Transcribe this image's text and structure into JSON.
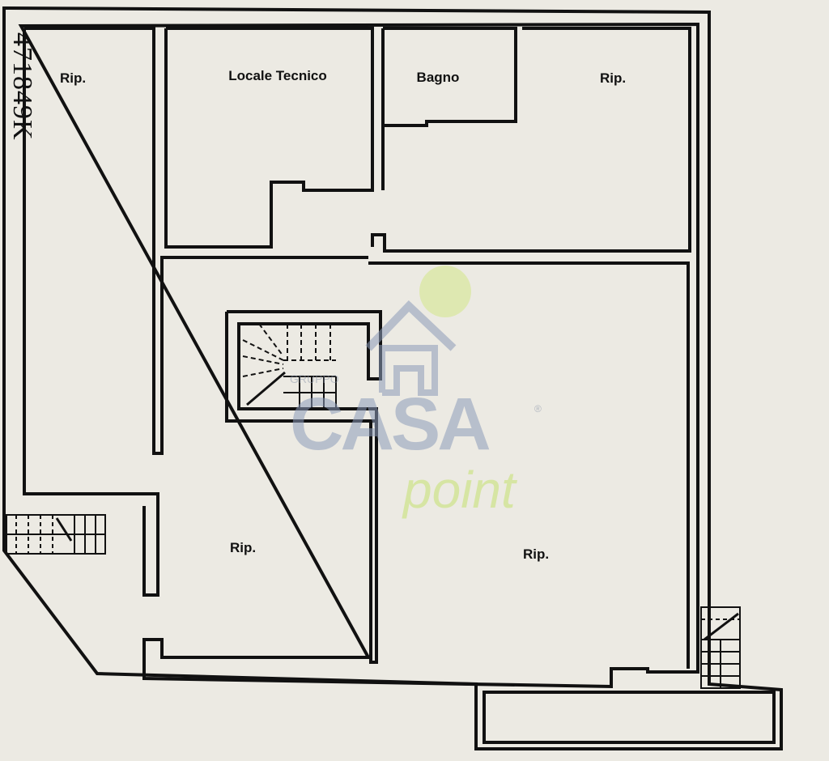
{
  "plan": {
    "code": "471849K",
    "rooms": [
      {
        "name": "Rip."
      },
      {
        "name": "Locale Tecnico"
      },
      {
        "name": "Bagno"
      },
      {
        "name": "Rip."
      },
      {
        "name": "Rip."
      },
      {
        "name": "Rip."
      }
    ]
  },
  "watermark": {
    "gruppo": "GRUPPO",
    "casa": "CASA",
    "point": "point",
    "registered": "®",
    "colors": {
      "gray": "#8c9bb9",
      "green": "#c8e178"
    }
  }
}
